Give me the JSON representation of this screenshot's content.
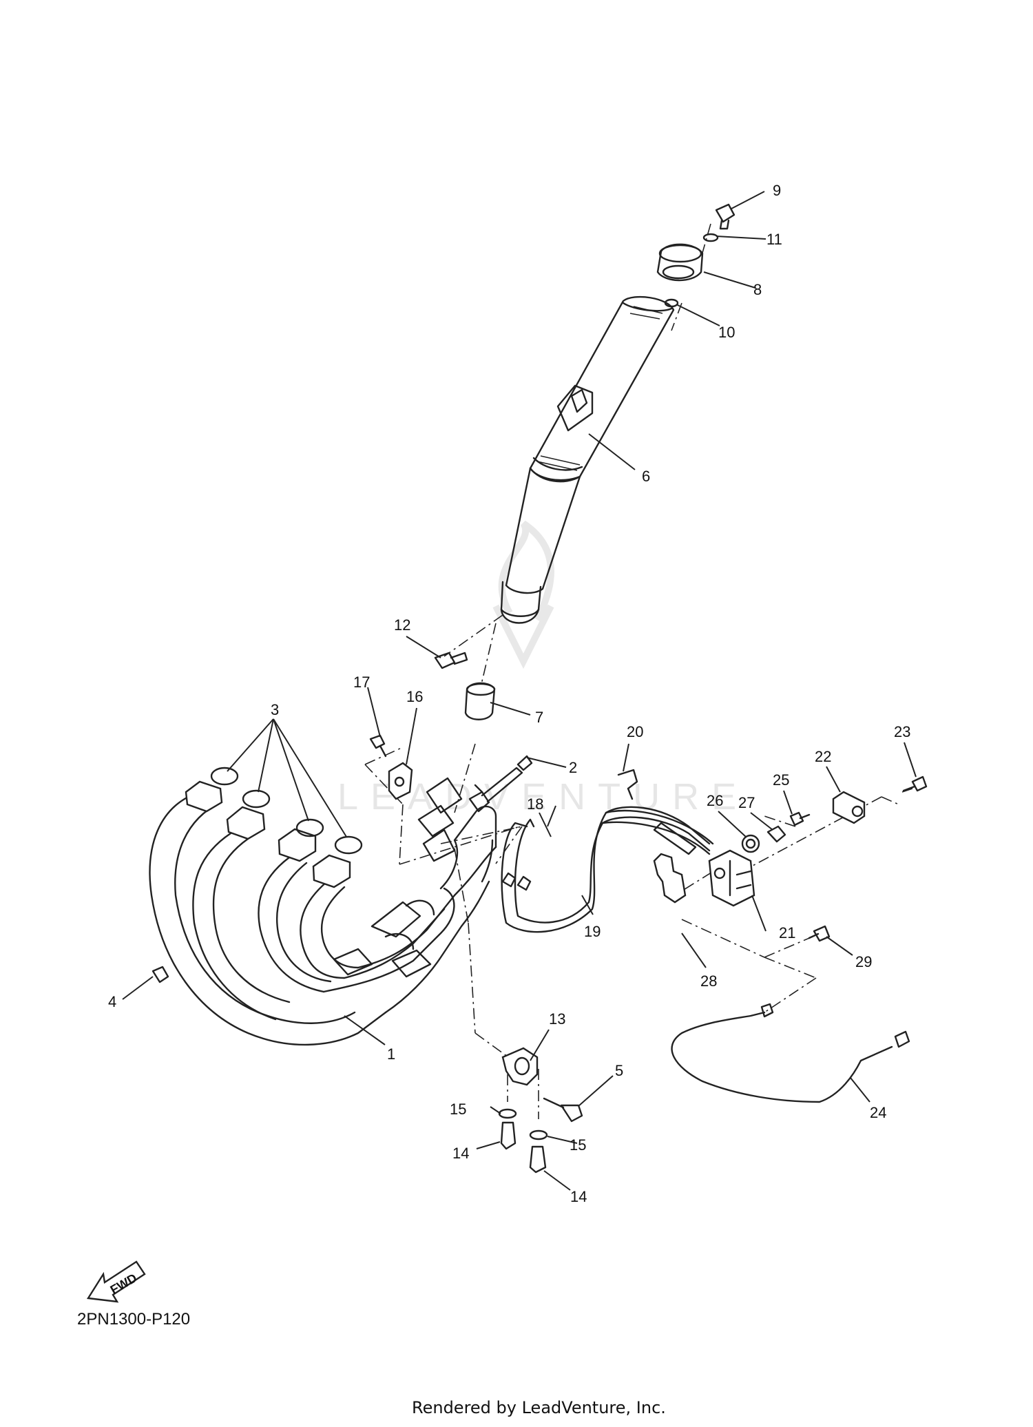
{
  "diagram": {
    "callouts": [
      "1",
      "2",
      "3",
      "4",
      "5",
      "6",
      "7",
      "8",
      "9",
      "10",
      "11",
      "12",
      "13",
      "14",
      "15",
      "16",
      "17",
      "18",
      "19",
      "20",
      "21",
      "22",
      "23",
      "24",
      "25",
      "26",
      "27",
      "28",
      "29"
    ],
    "callout_14b": "14",
    "callout_15b": "15",
    "watermark": "LEADVENTURE",
    "fwd_label": "FWD",
    "diagram_code": "2PN1300-P120",
    "footer": "Rendered by LeadVenture, Inc."
  },
  "colors": {
    "line": "#222222",
    "watermark": "#e6e6e6",
    "background": "#ffffff"
  },
  "icons": [
    "fwd-arrow-icon"
  ]
}
